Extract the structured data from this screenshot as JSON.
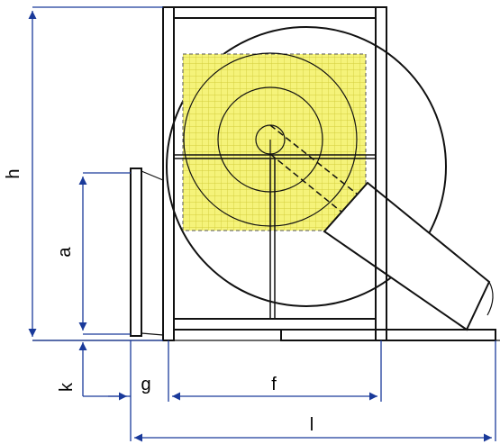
{
  "dimensions": {
    "h": "h",
    "a": "a",
    "k": "k",
    "g": "g",
    "f": "f",
    "l": "l"
  },
  "colors": {
    "dimension": "#1a3a9a",
    "filter_fill": "#f5f37a",
    "filter_grid": "#d6d24a",
    "outline": "#111111"
  }
}
